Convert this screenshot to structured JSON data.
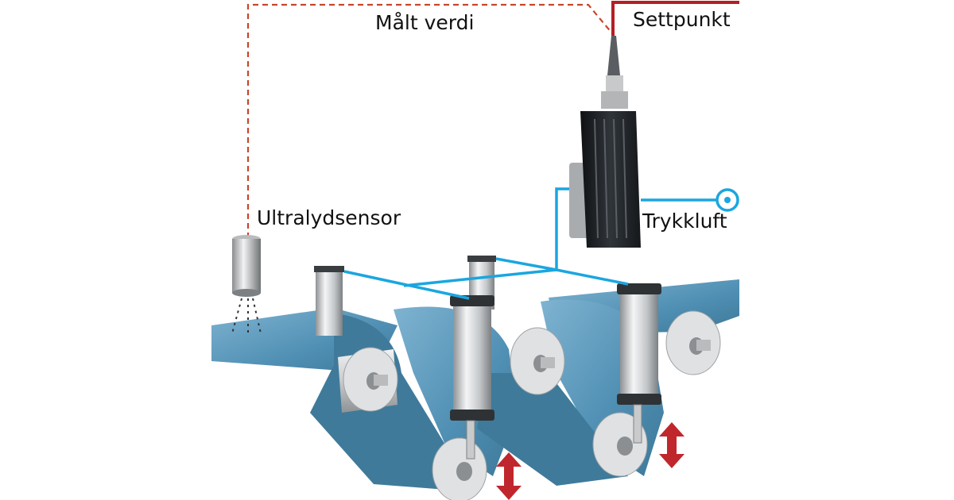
{
  "labels": {
    "measured_value": "Målt verdi",
    "setpoint": "Settpunkt",
    "ultrasonic_sensor": "Ultralydsensor",
    "compressed_air": "Trykkluft"
  },
  "colors": {
    "web": "#4f8fb3",
    "web_light": "#7fb3d1",
    "pneumatic_line": "#1aa6e0",
    "signal_dashed": "#c8462a",
    "setpoint_line": "#b51e26",
    "motion_arrow": "#c0272d",
    "regulator_body": "#1e2124",
    "roller": "#cfd1d3"
  },
  "icons": [
    "ultrasonic-sensor-icon",
    "pressure-regulator-icon",
    "air-supply-icon",
    "pneumatic-cylinder-icon",
    "roller-icon",
    "up-down-arrow-icon"
  ]
}
